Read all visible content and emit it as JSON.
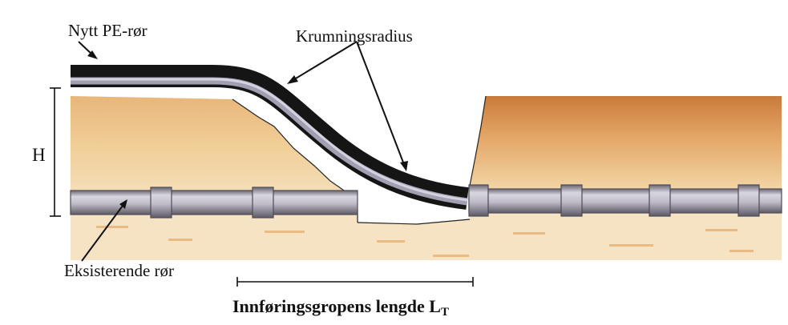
{
  "labels": {
    "new_pipe": "Nytt PE-rør",
    "bend_radius": "Krumningsradius",
    "height": "H",
    "existing_pipe": "Eksisterende rør",
    "pit_length": "Innføringsgropens lengde L",
    "pit_length_subscript": "T"
  },
  "colors": {
    "soil_light": "#f6e3c4",
    "soil_mid": "#eec48c",
    "soil_dark": "#d08d4a",
    "pipe_new": "#1b1b1b",
    "pipe_new_highlight": "#9b98ac",
    "pipe_old": "#c9c7d0",
    "pipe_old_edge": "#55525e",
    "pit_fill": "#ffffff"
  }
}
